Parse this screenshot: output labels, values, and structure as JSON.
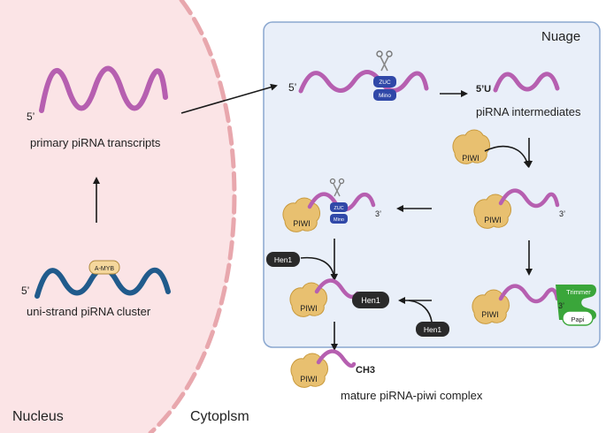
{
  "regions": {
    "nucleus": "Nucleus",
    "cytoplasm": "Cytoplsm",
    "nuage": "Nuage"
  },
  "labels": {
    "five_prime": "5’",
    "three_prime": "3’",
    "five_prime_u": "5’U",
    "primary_transcripts": "primary piRNA transcripts",
    "cluster": "uni-strand piRNA cluster",
    "intermediates": "piRNA intermediates",
    "mature": "mature piRNA-piwi complex",
    "ch3": "CH3"
  },
  "proteins": {
    "a_myb": "A-MYB",
    "zuc": "ZUC",
    "mino": "Mino",
    "piwi": "PIWI",
    "hen1": "Hen1",
    "trimmer": "Trimmer",
    "papi": "Papi"
  },
  "colors": {
    "nucleus_fill": "#fbe4e6",
    "nucleus_border": "#e8a7ad",
    "nuage_fill": "#e9eff9",
    "nuage_border": "#8aa7cf",
    "rna": "#b65fb0",
    "dna": "#215b8c",
    "piwi": "#e8c070",
    "zuc": "#3048a8",
    "hen1": "#2a2a2a",
    "trimmer": "#3aa63a",
    "a_myb": "#f5d79c"
  }
}
